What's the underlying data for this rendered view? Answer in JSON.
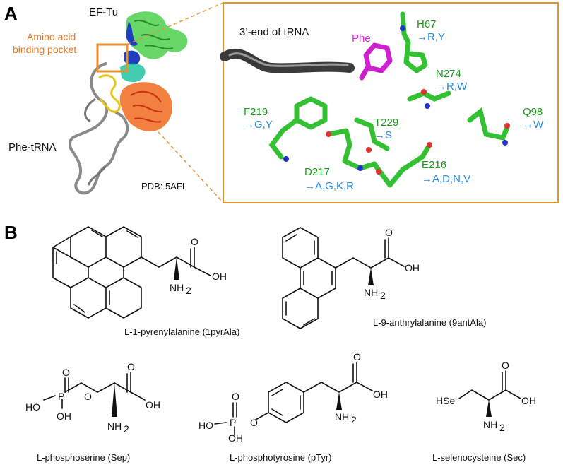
{
  "panel_a": {
    "letter": "A",
    "label_eftu": "EF-Tu",
    "label_pocket_line1": "Amino acid",
    "label_pocket_line2": "binding pocket",
    "label_trna": "Phe-tRNA",
    "label_pdb": "PDB: 5AFI",
    "inset": {
      "label_trna_end": "3’-end of tRNA",
      "label_phe": "Phe",
      "residues": [
        {
          "name": "H67",
          "mutations": "→R,Y"
        },
        {
          "name": "N274",
          "mutations": "→R,W"
        },
        {
          "name": "F219",
          "mutations": "→G,Y"
        },
        {
          "name": "T229",
          "mutations": "→S"
        },
        {
          "name": "Q98",
          "mutations": "→W"
        },
        {
          "name": "D217",
          "mutations": "→A,G,K,R"
        },
        {
          "name": "E216",
          "mutations": "→A,D,N,V"
        }
      ]
    },
    "colors": {
      "frame": "#e8922e",
      "residue_label": "#1a9a1a",
      "mutation_label": "#2a8ae0",
      "phe": "#e61ee6",
      "trna": "#444444"
    }
  },
  "panel_b": {
    "letter": "B",
    "compounds": [
      {
        "name": "L-1-pyrenylalanine (1pyrAla)"
      },
      {
        "name": "L-9-anthrylalanine (9antAla)"
      },
      {
        "name": "L-phosphoserine (Sep)"
      },
      {
        "name": "L-phosphotyrosine (pTyr)"
      },
      {
        "name": "L-selenocysteine (Sec)"
      }
    ],
    "atoms": {
      "o": "O",
      "oh": "OH",
      "nh2": "NH",
      "sub2": "2",
      "p": "P",
      "hse": "HSe",
      "ho": "HO"
    }
  }
}
